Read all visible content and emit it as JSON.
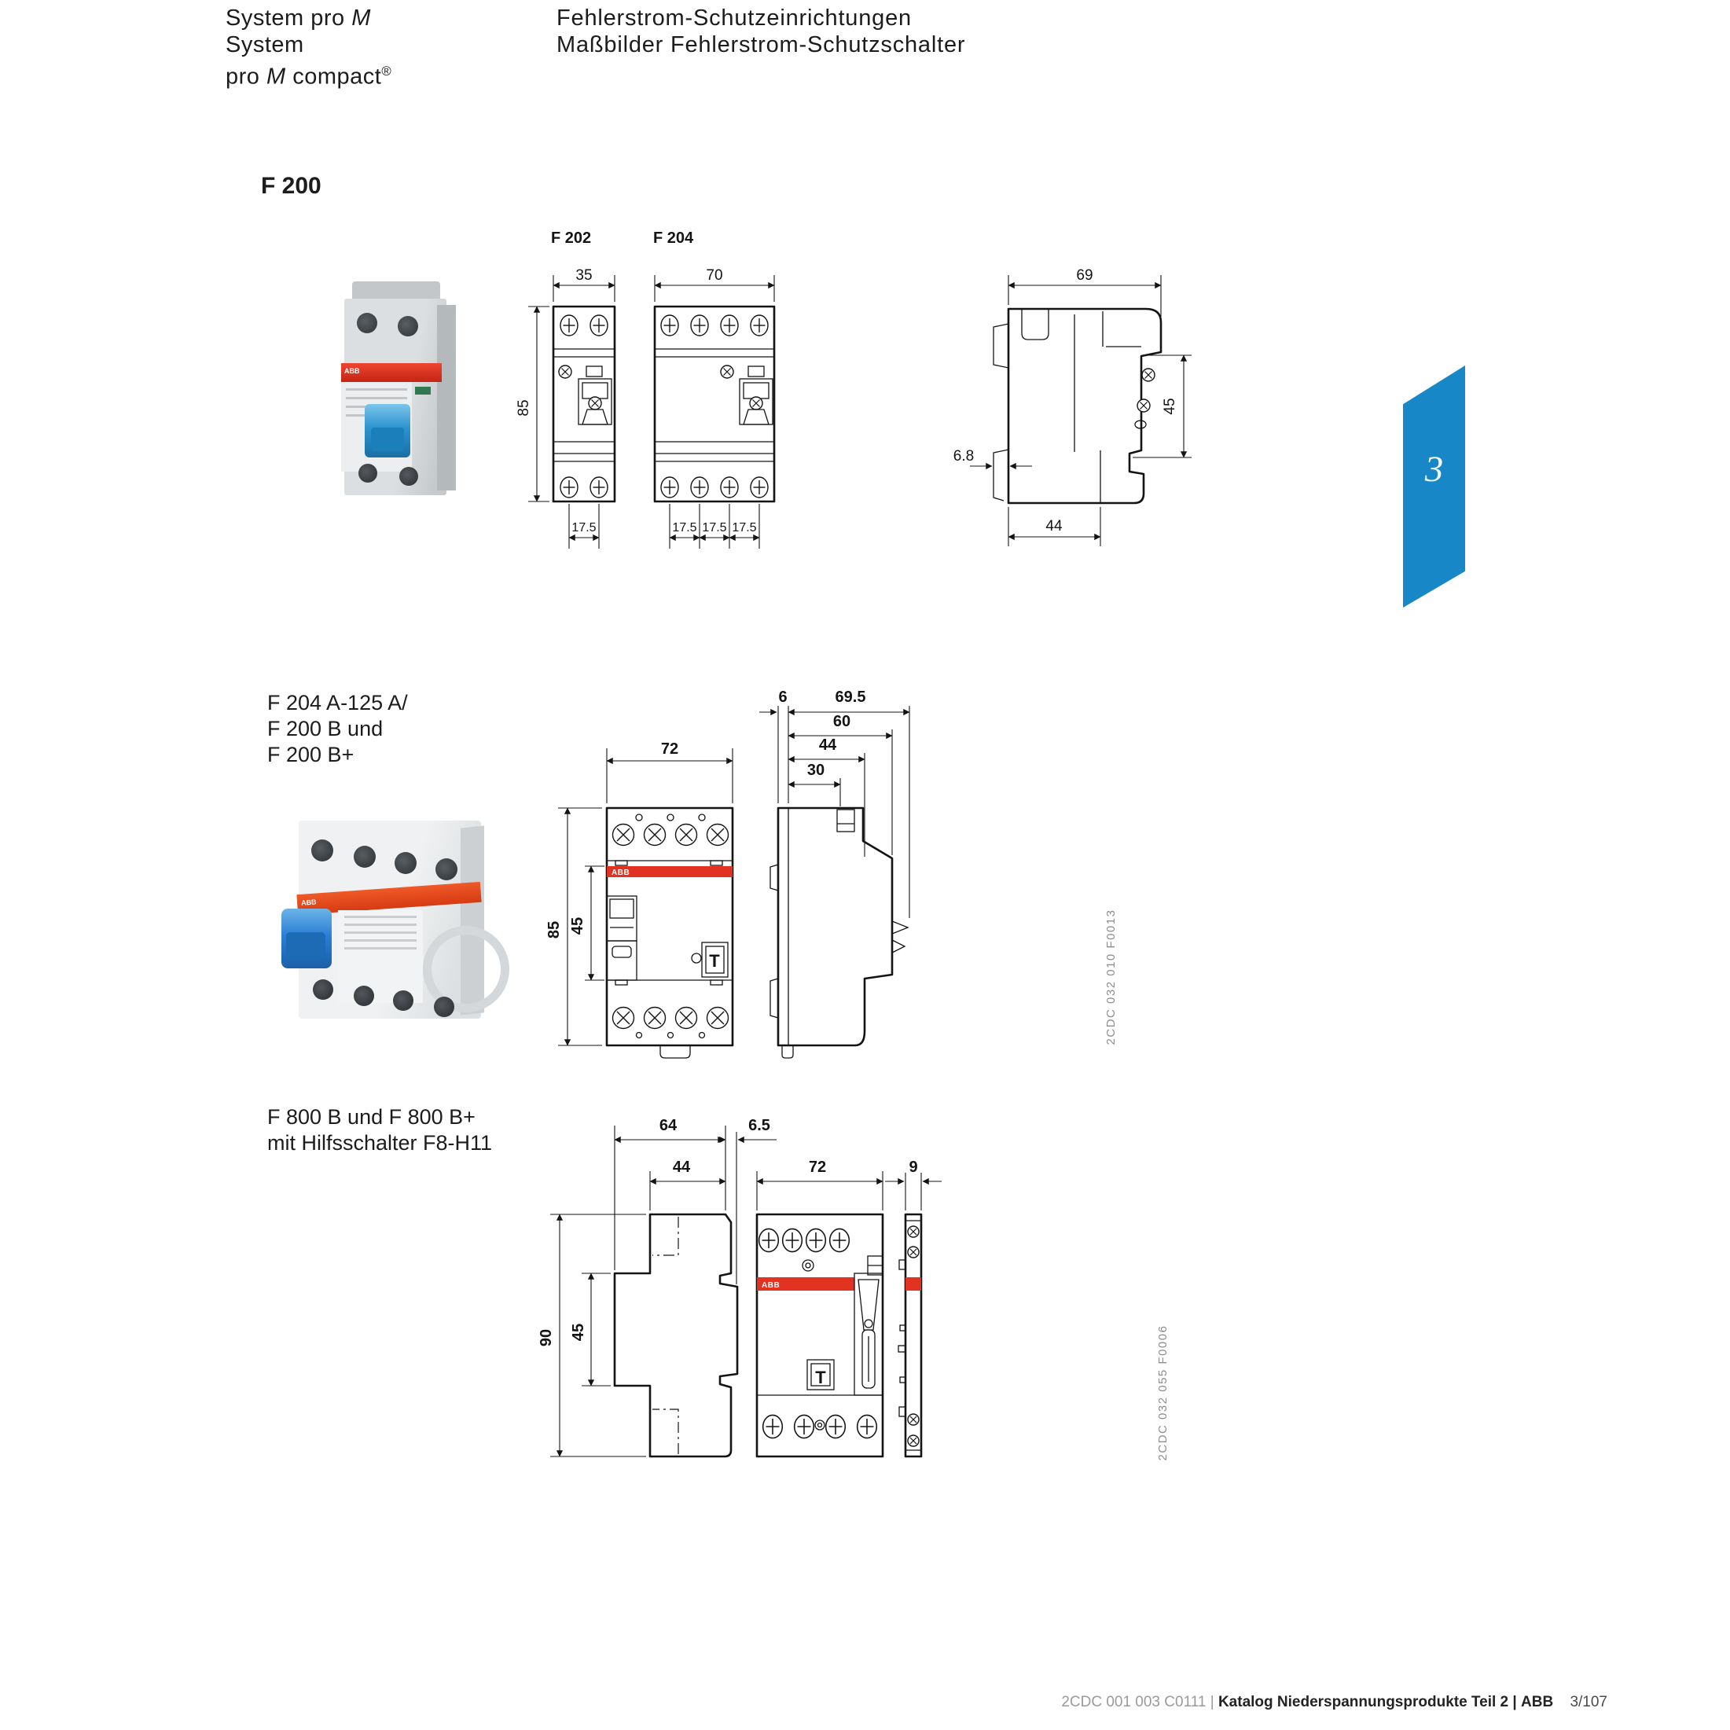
{
  "header": {
    "brand_l1_pre": "System pro ",
    "brand_l1_m": "M",
    "brand_l2": "System",
    "brand_l3_pre": "pro ",
    "brand_l3_m": "M",
    "brand_l3_post": " compact",
    "brand_l3_reg": "®",
    "title_l1": "Fehlerstrom-Schutzeinrichtungen",
    "title_l2": "Maßbilder Fehlerstrom-Schutzschalter"
  },
  "side_tab": {
    "number": "3",
    "color": "#1787c7"
  },
  "f200": {
    "heading": "F 200",
    "label_f202": "F 202",
    "label_f204": "F 204",
    "abb_logo": "ABB",
    "dims": {
      "w202": "35",
      "w204": "70",
      "h85": "85",
      "p1": "17.5",
      "p2": "17.5",
      "p3": "17.5",
      "p4": "17.5",
      "side_w": "69",
      "side_h": "45",
      "rail": "6.8",
      "side_d": "44"
    }
  },
  "f204a": {
    "heading_l1": "F 204 A-125 A/",
    "heading_l2": "F 200 B und",
    "heading_l3": "F 200 B+",
    "abb_logo": "ABB",
    "t_button": "T",
    "code": "2CDC 032 010 F0013",
    "dims": {
      "w": "72",
      "h": "85",
      "mid": "45",
      "rail": "6",
      "depth": "69.5",
      "d60": "60",
      "d44": "44",
      "d30": "30"
    }
  },
  "f800": {
    "heading_l1": "F 800 B und F 800 B+",
    "heading_l2": "mit Hilfsschalter F8-H11",
    "abb_logo": "ABB",
    "t_button": "T",
    "code": "2CDC 032 055 F0006",
    "dims": {
      "d64": "64",
      "d65": "6.5",
      "d44": "44",
      "h90": "90",
      "h45": "45",
      "w72": "72",
      "w9": "9"
    }
  },
  "footer": {
    "code": "2CDC 001 003 C0111",
    "sep": "|",
    "catalog": "Katalog Niederspannungsprodukte Teil 2",
    "brand": "ABB",
    "page": "3/107"
  },
  "colors": {
    "tab_blue": "#1787c7",
    "band_red": "#e23322",
    "line": "#141414"
  }
}
